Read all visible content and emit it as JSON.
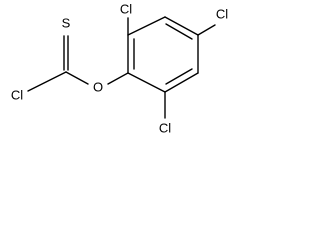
{
  "molecule": {
    "atoms": {
      "s": "S",
      "cl_thio": "Cl",
      "o": "O",
      "cl_top": "Cl",
      "cl_para": "Cl",
      "cl_bottom": "Cl"
    }
  }
}
